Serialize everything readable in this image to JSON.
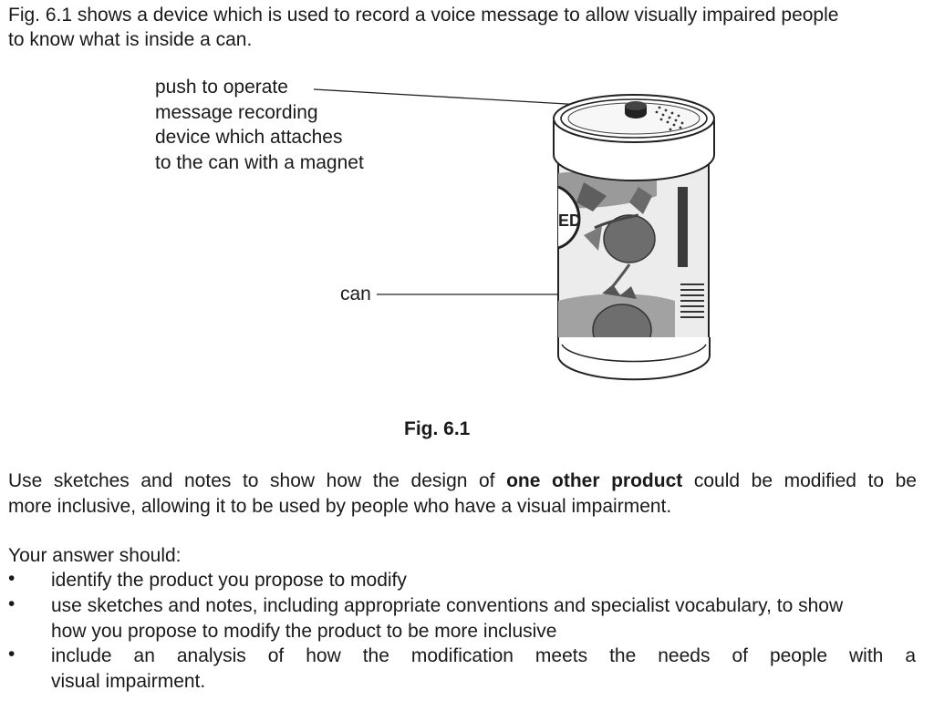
{
  "intro": {
    "line1": "Fig. 6.1 shows a device which is used to record a voice message to allow visually impaired people",
    "line2": "to know what is inside a can."
  },
  "figure": {
    "label_device": [
      "push to operate",
      "message recording",
      "device which attaches",
      "to the can with a magnet"
    ],
    "label_can": "can",
    "can_label_fragment": "ED",
    "caption": "Fig. 6.1"
  },
  "task": {
    "line1_a": "Use sketches and notes to show how the design of ",
    "line1_b": "one other product",
    "line1_c": " could be modified to be",
    "line2": "more inclusive, allowing it to be used by people who have a visual impairment."
  },
  "answer": {
    "heading": "Your answer should:",
    "bullet_symbol": "•",
    "bullets": [
      [
        "identify the product you propose to modify"
      ],
      [
        "use sketches and notes, including appropriate conventions and specialist vocabulary, to show",
        "how you propose to modify the product to be more inclusive"
      ],
      [
        "include an analysis of how the modification meets the needs of people with a",
        "visual impairment."
      ]
    ]
  }
}
